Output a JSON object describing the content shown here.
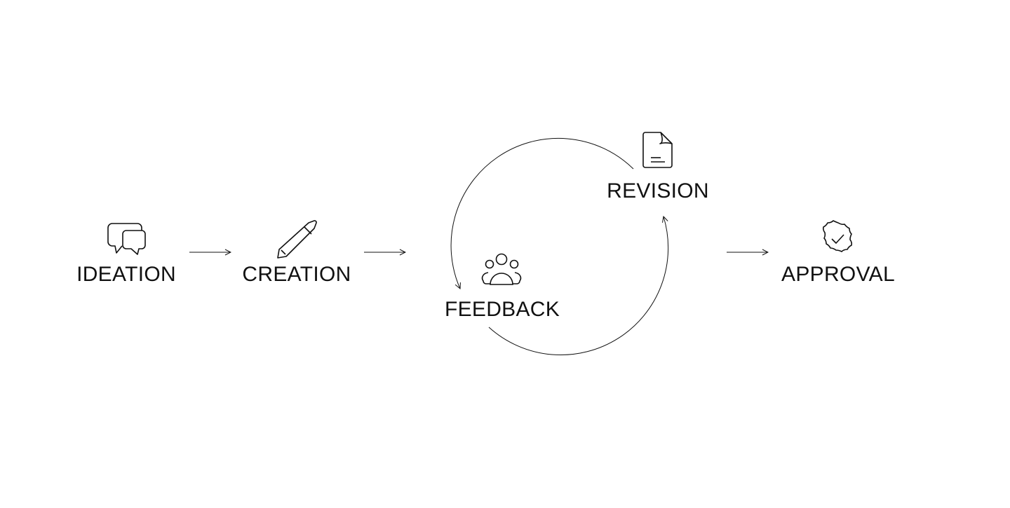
{
  "stages": {
    "ideation": {
      "label": "IDEATION",
      "icon": "speech-bubbles-icon"
    },
    "creation": {
      "label": "CREATION",
      "icon": "pencil-icon"
    },
    "feedback": {
      "label": "FEEDBACK",
      "icon": "people-group-icon"
    },
    "revision": {
      "label": "REVISION",
      "icon": "document-icon"
    },
    "approval": {
      "label": "APPROVAL",
      "icon": "badge-check-icon"
    }
  },
  "colors": {
    "stroke": "#111111",
    "background": "#ffffff"
  }
}
